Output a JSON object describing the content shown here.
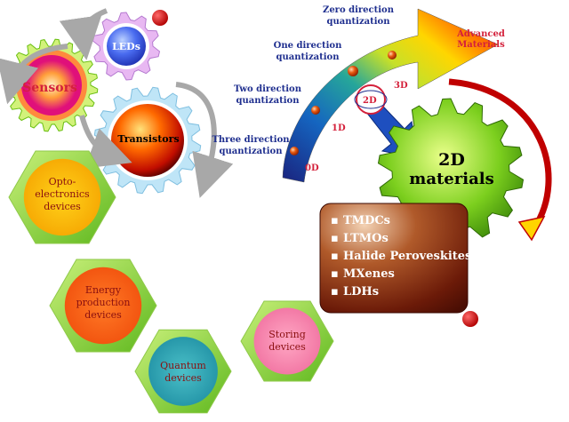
{
  "gears": {
    "leds": "LEDs",
    "sensors": "Sensors",
    "transistors": "Transistors"
  },
  "devices": [
    {
      "lines": [
        "Opto-",
        "electronics",
        "devices"
      ]
    },
    {
      "lines": [
        "Energy",
        "production",
        "devices"
      ]
    },
    {
      "lines": [
        "Quantum",
        "devices"
      ]
    },
    {
      "lines": [
        "Storing",
        "devices"
      ]
    }
  ],
  "arrow": {
    "zero_direction": [
      "Zero direction",
      "quantization"
    ],
    "one_direction": [
      "One direction",
      "quantization"
    ],
    "two_direction": [
      "Two direction",
      "quantization"
    ],
    "three_direction": [
      "Three direction",
      "quantization"
    ],
    "advanced": [
      "Advanced",
      "Materials"
    ],
    "dims": {
      "d0": "0D",
      "d1": "1D",
      "d2": "2D",
      "d3": "3D"
    }
  },
  "center": {
    "title_line1": "2D",
    "title_line2": "materials"
  },
  "materials_list": [
    "TMDCs",
    "LTMOs",
    "Halide Peroveskites",
    "MXenes",
    "LDHs"
  ],
  "colors": {
    "accent_red": "#d4213b",
    "text_blue": "#1f2f8f",
    "device_text": "#8a1010",
    "box_brown": "#6b1a08"
  }
}
